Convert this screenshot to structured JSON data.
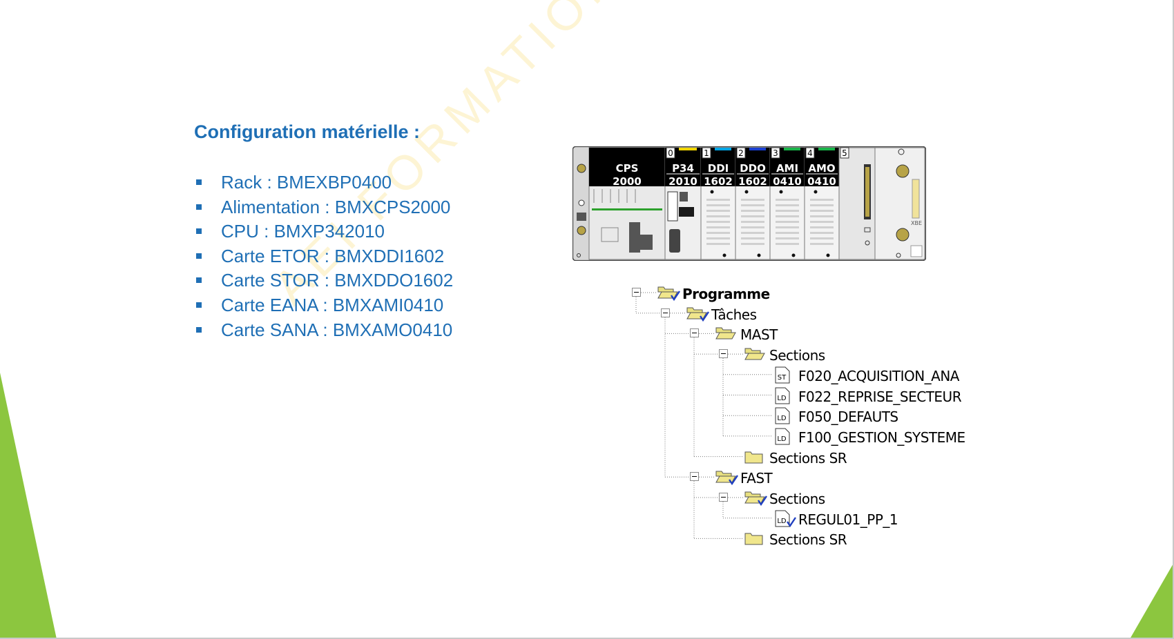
{
  "slide": {
    "title": "Configuration matérielle :",
    "bullets": [
      "Rack : BMEXBP0400",
      "Alimentation : BMXCPS2000",
      "CPU : BMXP342010",
      "Carte ETOR : BMXDDI1602",
      "Carte STOR : BMXDDO1602",
      "Carte EANA : BMXAMI0410",
      "Carte SANA : BMXAMO0410"
    ],
    "watermark": "AEI   FORMATION   CO",
    "accent_color": "#1f6fb5",
    "decoration_color": "#8cc63f"
  },
  "rack": {
    "slots": [
      {
        "number": "",
        "name": "CPS",
        "ref": "2000",
        "color": ""
      },
      {
        "number": "0",
        "name": "P34",
        "ref": "2010",
        "color": "#f2d600"
      },
      {
        "number": "1",
        "name": "DDI",
        "ref": "1602",
        "color": "#00a6e6"
      },
      {
        "number": "2",
        "name": "DDO",
        "ref": "1602",
        "color": "#1a3fd1"
      },
      {
        "number": "3",
        "name": "AMI",
        "ref": "0410",
        "color": "#18b548"
      },
      {
        "number": "4",
        "name": "AMO",
        "ref": "0410",
        "color": "#18b548"
      },
      {
        "number": "5",
        "name": "",
        "ref": "",
        "color": ""
      }
    ],
    "xbe_label": "XBE"
  },
  "tree": {
    "nodes": [
      {
        "label": "Programme",
        "icon": "folder-open-check-icon",
        "bold": true,
        "level": 0,
        "expander": true
      },
      {
        "label": "Tâches",
        "icon": "folder-open-check-icon",
        "bold": false,
        "level": 1,
        "expander": true
      },
      {
        "label": "MAST",
        "icon": "folder-open-icon",
        "bold": false,
        "level": 2,
        "expander": true
      },
      {
        "label": "Sections",
        "icon": "folder-open-icon",
        "bold": false,
        "level": 3,
        "expander": true
      },
      {
        "label": "F020_ACQUISITION_ANA",
        "icon": "st-section-icon",
        "badge": "ST",
        "bold": false,
        "level": 4,
        "expander": false
      },
      {
        "label": "F022_REPRISE_SECTEUR",
        "icon": "ld-section-icon",
        "badge": "LD",
        "bold": false,
        "level": 4,
        "expander": false
      },
      {
        "label": "F050_DEFAUTS",
        "icon": "ld-section-icon",
        "badge": "LD",
        "bold": false,
        "level": 4,
        "expander": false
      },
      {
        "label": "F100_GESTION_SYSTEME",
        "icon": "ld-section-icon",
        "badge": "LD",
        "bold": false,
        "level": 4,
        "expander": false
      },
      {
        "label": "Sections SR",
        "icon": "folder-icon",
        "bold": false,
        "level": 3,
        "expander": false
      },
      {
        "label": "FAST",
        "icon": "folder-open-check-icon",
        "bold": false,
        "level": 2,
        "expander": true
      },
      {
        "label": "Sections",
        "icon": "folder-open-check-icon",
        "bold": false,
        "level": 3,
        "expander": true
      },
      {
        "label": "REGUL01_PP_1",
        "icon": "ld-section-check-icon",
        "badge": "LD",
        "bold": false,
        "level": 4,
        "expander": false
      },
      {
        "label": "Sections SR",
        "icon": "folder-icon",
        "bold": false,
        "level": 3,
        "expander": false
      }
    ]
  }
}
